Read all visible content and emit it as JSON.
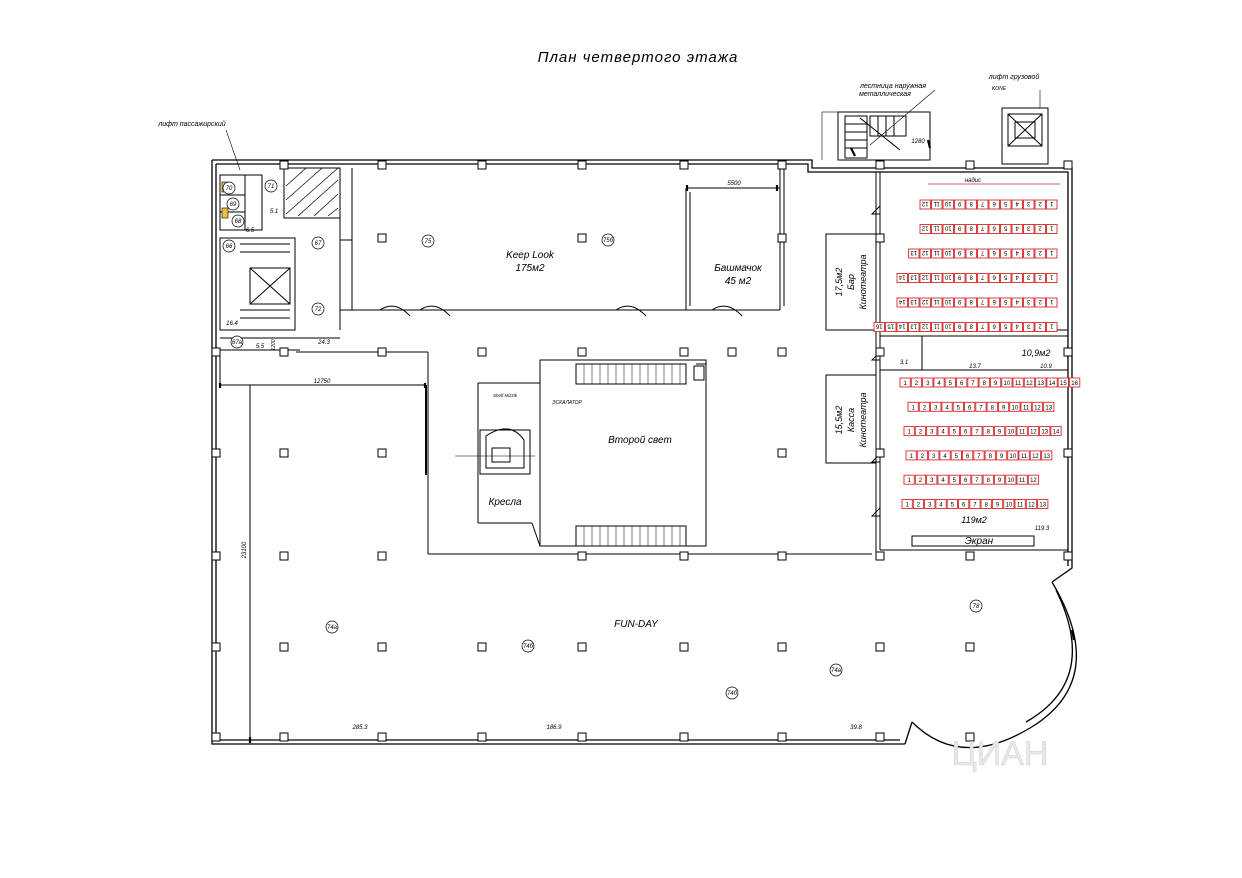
{
  "title": "План  четвертого этажа",
  "labels": {
    "passenger_lift": "лифт пассажирский",
    "outer_stair": "лестница наружная металлическая",
    "outer_stair_l1": "лестница наружная",
    "outer_stair_l2": "металлическая",
    "cargo_lift": "лифт грузовой",
    "kone": "KONE",
    "stair_width": "1280"
  },
  "rooms": {
    "keep_look_name": "Keep Look",
    "keep_look_area": "175м2",
    "bashmachok_name": "Башмачок",
    "bashmachok_area": "45 м2",
    "bar_area": "17,5м2",
    "bar_name": "Бар",
    "cinema1": "Кинотеатра",
    "kassa_area": "15,5м2",
    "kassa_name": "Касса",
    "cinema2": "Кинотеатра",
    "small_room_area": "10,9м2",
    "hall_area": "119м2",
    "screen": "Экран",
    "second_light": "Второй свет",
    "chairs": "Кресла",
    "fun_day": "FUN-DAY",
    "escalator": "ЭСКАЛАТОР",
    "shelf": "Shelf Mizzik",
    "projector": "надис"
  },
  "room_numbers": [
    "70",
    "71",
    "69",
    "68",
    "66",
    "67",
    "72",
    "67а",
    "75",
    "75б",
    "74а",
    "74б",
    "74а",
    "74б",
    "78"
  ],
  "dims": {
    "d5500": "5500",
    "d12750": "12750",
    "d23100": "23100",
    "d1200": "1200",
    "a51": "5.1",
    "a65": "6.5",
    "a164": "16.4",
    "a55": "5.5",
    "a243": "24.3",
    "a31": "3.1",
    "a137": "13.7",
    "a109": "10.9",
    "a1193": "119.3",
    "a2853": "285.3",
    "a1869": "186.9",
    "a398": "39.8"
  },
  "seat_rows_top": [
    {
      "count": 12
    },
    {
      "count": 12
    },
    {
      "count": 13
    },
    {
      "count": 14
    },
    {
      "count": 14
    },
    {
      "count": 16
    }
  ],
  "seat_rows_bottom": [
    {
      "count": 16
    },
    {
      "count": 13
    },
    {
      "count": 14
    },
    {
      "count": 13
    },
    {
      "count": 12
    },
    {
      "count": 13
    }
  ],
  "watermark": "ЦИАН"
}
